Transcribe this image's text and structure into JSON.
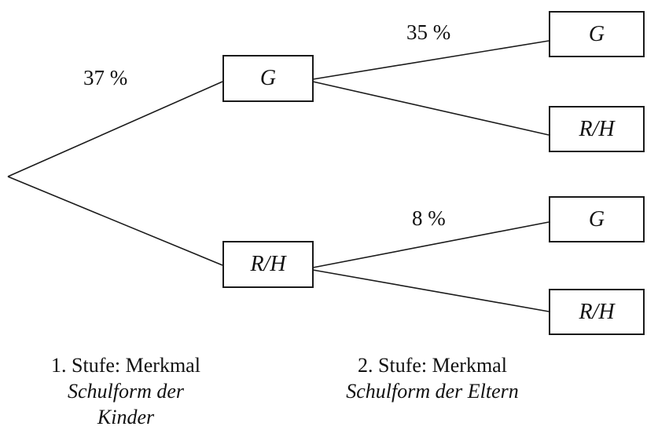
{
  "tree": {
    "level1": {
      "top_node": "G",
      "bottom_node": "R/H",
      "top_edge_label": "37 %"
    },
    "level2": {
      "from_G": {
        "top_node": "G",
        "bottom_node": "R/H",
        "top_edge_label": "35 %"
      },
      "from_RH": {
        "top_node": "G",
        "bottom_node": "R/H",
        "top_edge_label": "8 %"
      }
    }
  },
  "captions": {
    "stage1": {
      "line1": "1. Stufe: Merkmal",
      "line2": "Schulform der",
      "line3": "Kinder"
    },
    "stage2": {
      "line1": "2. Stufe: Merkmal",
      "line2": "Schulform der Eltern"
    }
  },
  "colors": {
    "stroke": "#1a1a1a",
    "text": "#111111",
    "background": "#ffffff"
  }
}
